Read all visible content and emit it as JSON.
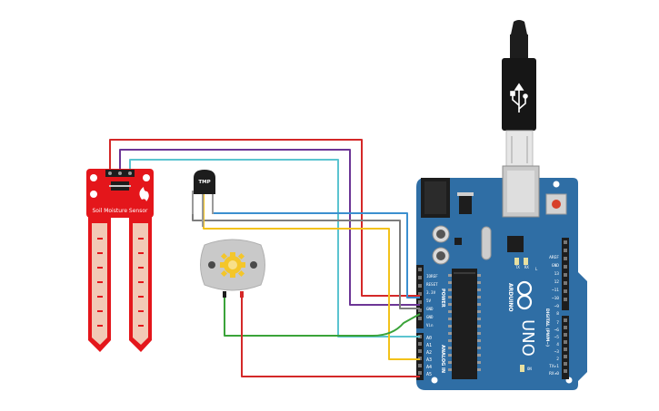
{
  "colors": {
    "background": "#ffffff",
    "sensor_board": "#e4161b",
    "sensor_pad": "#f2c9b6",
    "arduino_board": "#2f6ea5",
    "arduino_dark": "#1f527e",
    "usb_cable": "#1d1d1d",
    "wire_red": "#d42828",
    "wire_purple": "#6c3596",
    "wire_cyan": "#5bc4d0",
    "wire_yellow": "#f3c21a",
    "wire_green": "#3aa339",
    "wire_gray": "#7d7d7d",
    "wire_blue": "#3b8fcf",
    "motor_body": "#c9c9c9",
    "motor_gear": "#f4c62a"
  },
  "soil_sensor": {
    "name": "Soil Moisture Sensor",
    "logo": "sparkfun-flame-logo"
  },
  "temp_sensor": {
    "label": "TMP"
  },
  "arduino": {
    "model": "UNO",
    "brand": "ARDUINO",
    "power_header_label": "POWER",
    "analog_header_label": "ANALOG IN",
    "digital_header_label": "DIGITAL (PWM~)",
    "on_label": "ON",
    "l_label": "L",
    "tx_label": "TX",
    "rx_label": "RX",
    "power_pins": [
      "IOREF",
      "RESET",
      "3.3V",
      "5V",
      "GND",
      "GND",
      "Vin"
    ],
    "analog_pins": [
      "A0",
      "A1",
      "A2",
      "A3",
      "A4",
      "A5"
    ],
    "digital_pins_top": [
      "AREF",
      "GND",
      "13",
      "12",
      "~11",
      "~10",
      "~9",
      "8"
    ],
    "digital_pins_bottom": [
      "7",
      "~6",
      "~5",
      "4",
      "~3",
      "2",
      "TX▸1",
      "RX◂0"
    ]
  },
  "motor": {
    "icon": "gear-icon"
  }
}
